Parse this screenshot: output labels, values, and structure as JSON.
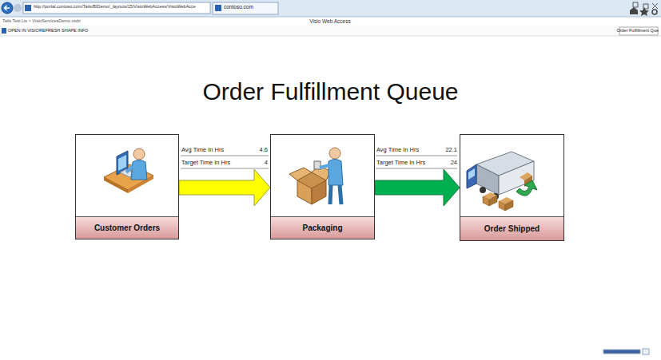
{
  "diagram": {
    "title": "Order Fulfillment Queue",
    "nodes": [
      {
        "text": [
          "Customer Orders"
        ]
      },
      {
        "text": [
          "Packaging"
        ]
      },
      {
        "text": [
          "Order Shipped"
        ]
      }
    ],
    "edges": [
      {
        "from": 0,
        "to": 1,
        "arrow": "to"
      },
      {
        "from": 1,
        "to": 2,
        "arrow": "to"
      }
    ],
    "labels": [
      "http://portal.contoso.com/Tails/BIDemo/_layouts/15/VisioWebAccess/VisioWebAcce",
      "contoso.com",
      "Visio Web Access",
      "Tails Test Lis > VisioServicesDemo.vsdx",
      "OPEN IN VISIO",
      "REFRESH",
      "SHAPE INFO",
      "Order Fulfillment Que",
      "Avg Time In Hrs",
      "4.6",
      "Target Time In Hrs",
      "4",
      "Avg Time In Hrs",
      "22.1",
      "Target Time In Hrs",
      "24"
    ]
  }
}
